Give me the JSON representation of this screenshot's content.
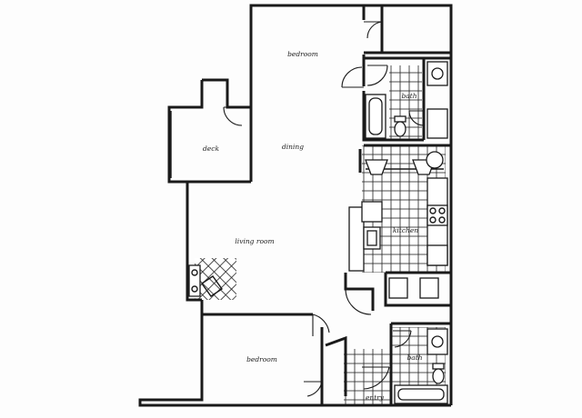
{
  "rooms": {
    "bedroom_1": "bedroom",
    "bedroom_2": "bedroom",
    "deck": "deck",
    "dining": "dining",
    "living_room": "living room",
    "kitchen": "kitchen",
    "bath_1": "bath",
    "bath_2": "bath",
    "entry": "entry"
  },
  "colors": {
    "ink": "#1a1a1a",
    "paper": "#fdfdfd"
  }
}
